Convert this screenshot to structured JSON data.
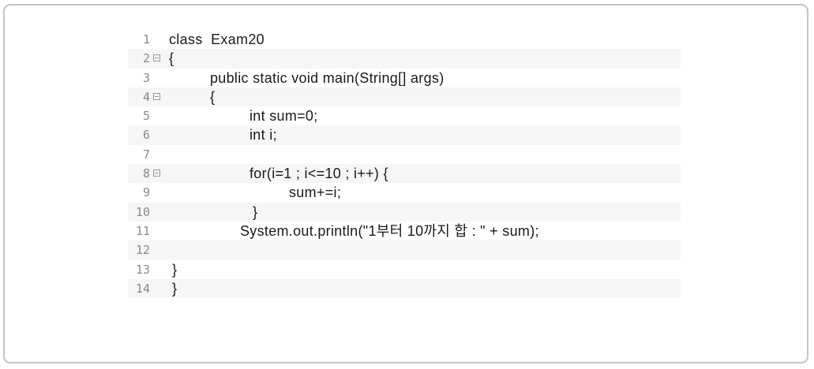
{
  "code": {
    "lines": [
      {
        "number": "1",
        "text": "class  Exam20",
        "fold": false
      },
      {
        "number": "2",
        "text": "{",
        "fold": true
      },
      {
        "number": "3",
        "text": "public static void main(String[] args)",
        "fold": false
      },
      {
        "number": "4",
        "text": "{",
        "fold": true
      },
      {
        "number": "5",
        "text": "int sum=0;",
        "fold": false
      },
      {
        "number": "6",
        "text": "int i;",
        "fold": false
      },
      {
        "number": "7",
        "text": "",
        "fold": false
      },
      {
        "number": "8",
        "text": "for(i=1 ; i<=10 ; i++) {",
        "fold": true
      },
      {
        "number": "9",
        "text": "sum+=i;",
        "fold": false
      },
      {
        "number": "10",
        "text": "}",
        "fold": false
      },
      {
        "number": "11",
        "text": "System.out.println(\"1부터 10까지 합 : \" + sum);",
        "fold": false
      },
      {
        "number": "12",
        "text": "",
        "fold": false
      },
      {
        "number": "13",
        "text": "}",
        "fold": false
      },
      {
        "number": "14",
        "text": "}",
        "fold": false
      }
    ]
  }
}
